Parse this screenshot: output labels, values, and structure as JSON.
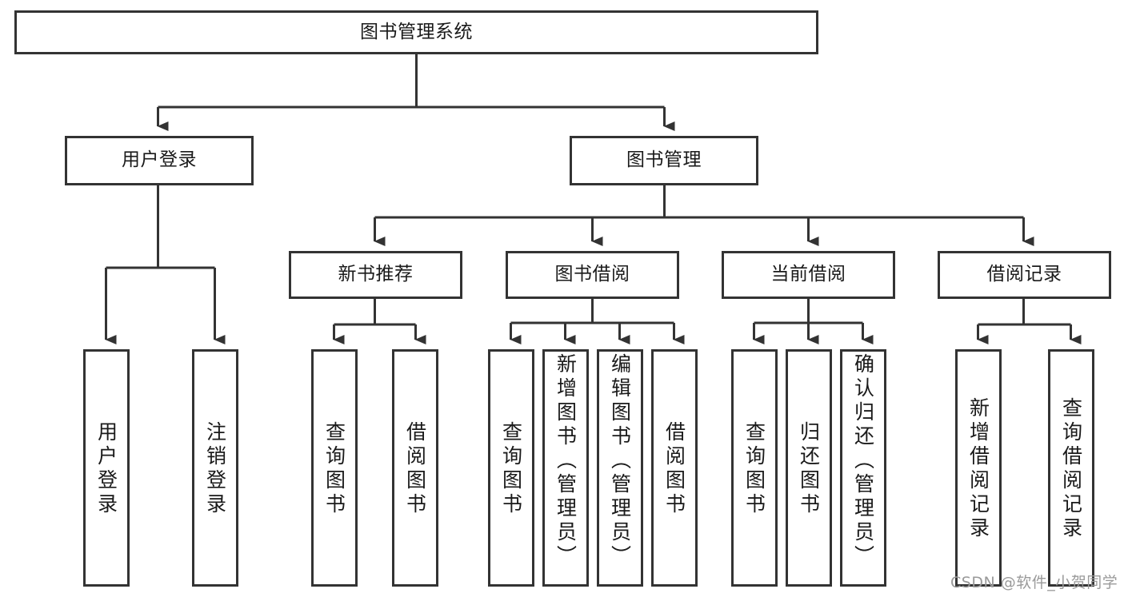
{
  "diagram": {
    "type": "tree",
    "title": "图书管理系统",
    "stroke_color": "#333333",
    "text_color": "#1a1a1a",
    "background": "#ffffff",
    "root": {
      "label": "图书管理系统"
    },
    "level2": [
      {
        "label": "用户登录"
      },
      {
        "label": "图书管理"
      }
    ],
    "level3": [
      {
        "label": "新书推荐"
      },
      {
        "label": "图书借阅"
      },
      {
        "label": "当前借阅"
      },
      {
        "label": "借阅记录"
      }
    ],
    "leaves": {
      "user_login": [
        {
          "label": "用户登录"
        },
        {
          "label": "注销登录"
        }
      ],
      "new_book": [
        {
          "label": "查询图书"
        },
        {
          "label": "借阅图书"
        }
      ],
      "book_borrow": [
        {
          "label": "查询图书"
        },
        {
          "label": "新增图书（管理员）"
        },
        {
          "label": "编辑图书（管理员）"
        },
        {
          "label": "借阅图书"
        }
      ],
      "current_borrow": [
        {
          "label": "查询图书"
        },
        {
          "label": "归还图书"
        },
        {
          "label": "确认归还（管理员）"
        }
      ],
      "borrow_record": [
        {
          "label": "新增借阅记录"
        },
        {
          "label": "查询借阅记录"
        }
      ]
    }
  },
  "watermark": {
    "text": "CSDN @软件_小贺同学"
  }
}
